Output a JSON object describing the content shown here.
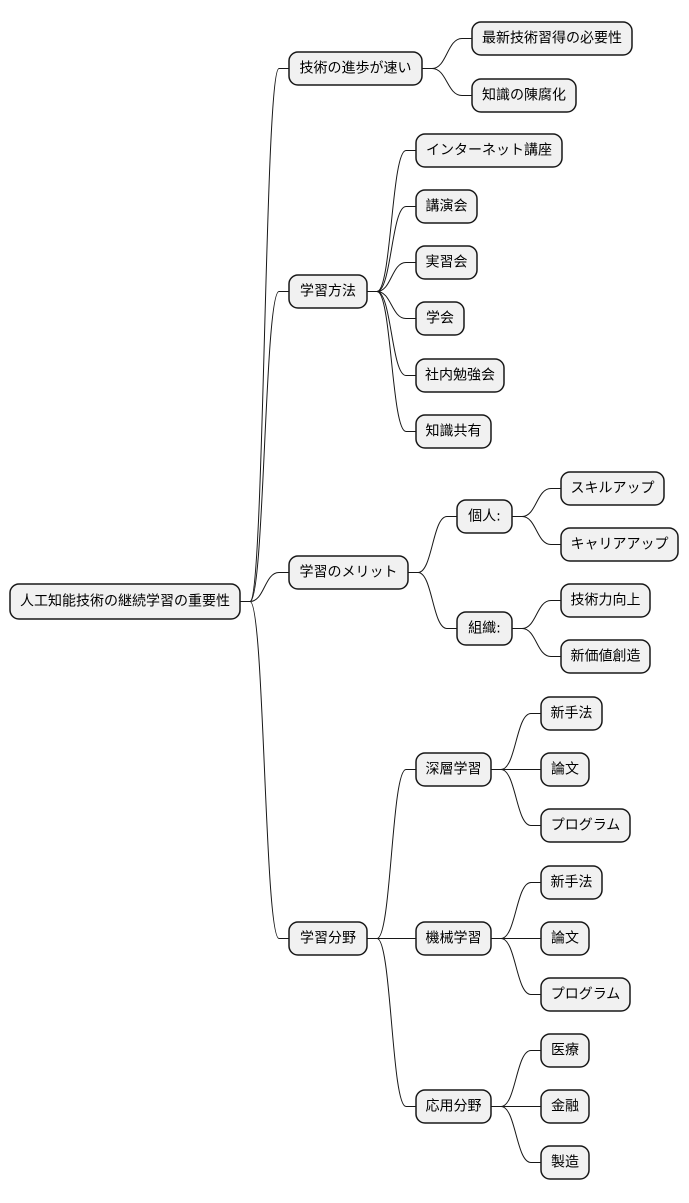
{
  "mindmap": {
    "root": "人工知能技術の継続学習の重要性",
    "branches": [
      {
        "label": "技術の進歩が速い",
        "children": [
          {
            "label": "最新技術習得の必要性"
          },
          {
            "label": "知識の陳腐化"
          }
        ]
      },
      {
        "label": "学習方法",
        "children": [
          {
            "label": "インターネット講座"
          },
          {
            "label": "講演会"
          },
          {
            "label": "実習会"
          },
          {
            "label": "学会"
          },
          {
            "label": "社内勉強会"
          },
          {
            "label": "知識共有"
          }
        ]
      },
      {
        "label": "学習のメリット",
        "children": [
          {
            "label": "個人:",
            "children": [
              {
                "label": "スキルアップ"
              },
              {
                "label": "キャリアアップ"
              }
            ]
          },
          {
            "label": "組織:",
            "children": [
              {
                "label": "技術力向上"
              },
              {
                "label": "新価値創造"
              }
            ]
          }
        ]
      },
      {
        "label": "学習分野",
        "children": [
          {
            "label": "深層学習",
            "children": [
              {
                "label": "新手法"
              },
              {
                "label": "論文"
              },
              {
                "label": "プログラム"
              }
            ]
          },
          {
            "label": "機械学習",
            "children": [
              {
                "label": "新手法"
              },
              {
                "label": "論文"
              },
              {
                "label": "プログラム"
              }
            ]
          },
          {
            "label": "応用分野",
            "children": [
              {
                "label": "医療"
              },
              {
                "label": "金融"
              },
              {
                "label": "製造"
              }
            ]
          }
        ]
      }
    ]
  }
}
